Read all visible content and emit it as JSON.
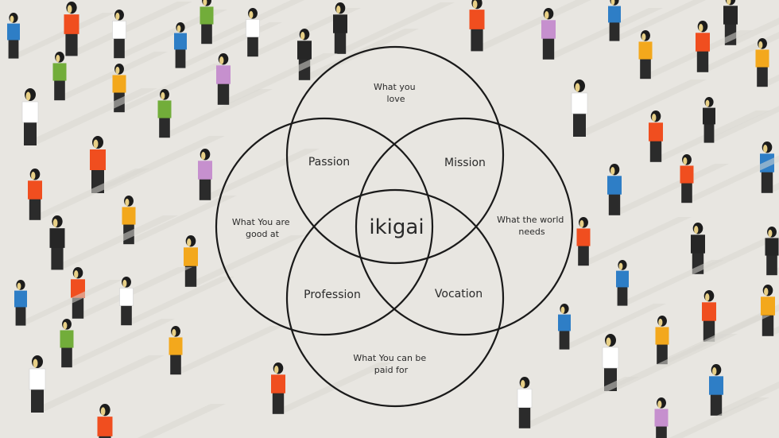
{
  "diagram": {
    "center": "ikigai",
    "regions": {
      "passion": "Passion",
      "mission": "Mission",
      "profession": "Profession",
      "vocation": "Vocation"
    },
    "outer": {
      "love": [
        "What you",
        "love"
      ],
      "good_at": [
        "What You are",
        "good at"
      ],
      "world_needs": [
        "What the world",
        "needs"
      ],
      "paid_for": [
        "What You can be",
        "paid for"
      ]
    }
  },
  "palette": {
    "background": "#e8e6e1",
    "shadow": "#d9d7d2",
    "head": "#1c1c1c",
    "face": "#e7cf86",
    "legs": "#2b2b2b",
    "line": "#1a1a1a",
    "shirts": [
      "#2e7ec6",
      "#f04e1f",
      "#ffffff",
      "#f3a81c",
      "#72ad3a",
      "#c690ce",
      "#262626"
    ]
  }
}
